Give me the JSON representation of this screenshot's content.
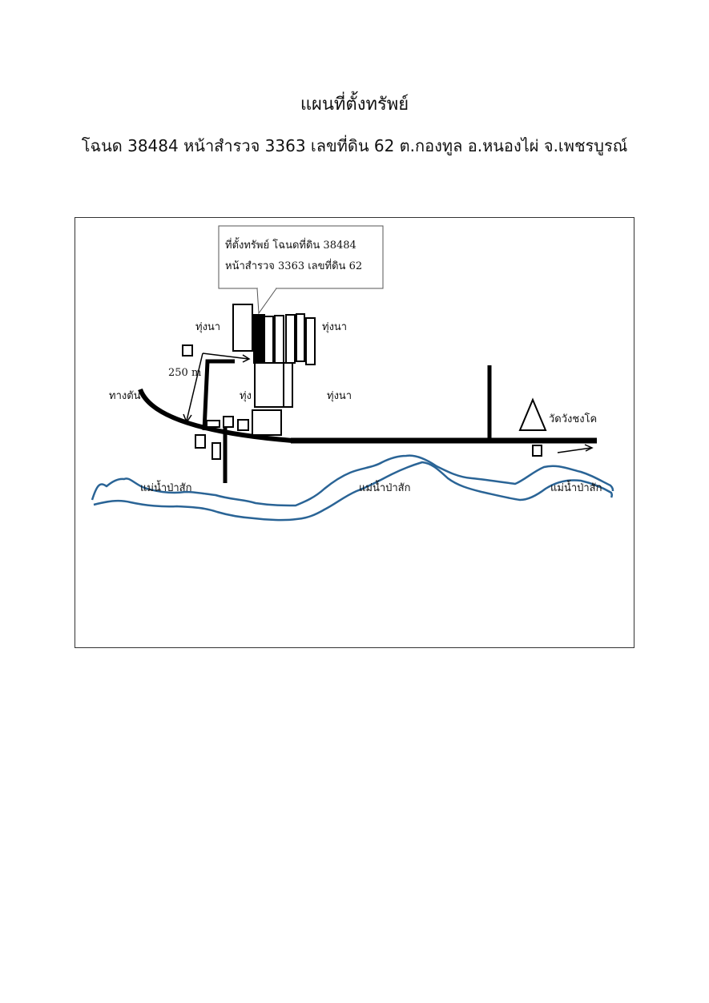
{
  "document": {
    "title": "แผนที่ตั้งทรัพย์",
    "subtitle": "โฉนด 38484 หน้าสำรวจ 3363 เลขที่ดิน 62 ต.กองทูล อ.หนองไผ่ จ.เพชรบูรณ์"
  },
  "map": {
    "callout": {
      "line1": "ที่ตั้งทรัพย์ โฉนดที่ดิน 38484",
      "line2": "หน้าสำรวจ  3363  เลขที่ดิน  62"
    },
    "labels": {
      "field_left": "ทุ่งนา",
      "field_right_top": "ทุ่งนา",
      "field_center": "ทุ่ง",
      "field_right_mid": "ทุ่งนา",
      "dead_end": "ทางตัน",
      "distance": "250 m",
      "temple": "วัดวังชงโค",
      "river_left": "แม่น้ำป่าสัก",
      "river_center": "แม่น้ำป่าสัก",
      "river_right": "แม่น้ำป่าสัก"
    },
    "colors": {
      "river": "#2a6496",
      "road": "#000000"
    }
  }
}
